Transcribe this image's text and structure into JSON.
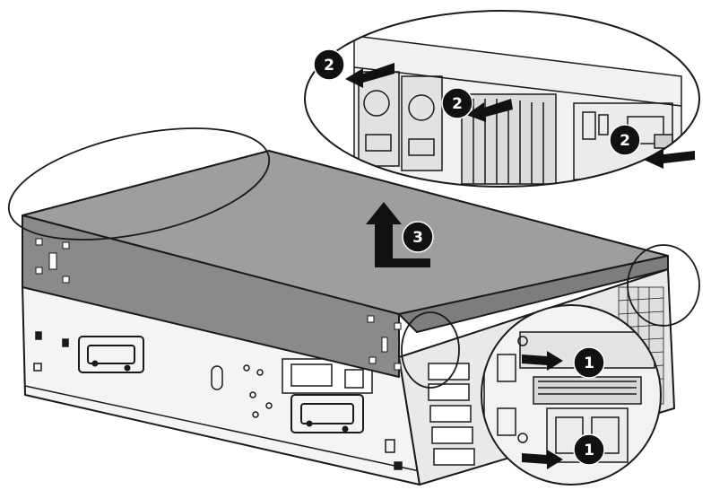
{
  "callouts": [
    {
      "id": "step-1-upper",
      "number": "1"
    },
    {
      "id": "step-1-lower",
      "number": "1"
    },
    {
      "id": "step-2-left",
      "number": "2"
    },
    {
      "id": "step-2-middle",
      "number": "2"
    },
    {
      "id": "step-2-right",
      "number": "2"
    },
    {
      "id": "step-3",
      "number": "3"
    }
  ],
  "colors": {
    "line": "#1a1a1a",
    "cover": "#9e9e9e",
    "cover_dark": "#8a8a8a",
    "chassis": "#f4f4f4",
    "callout_fill": "#111111",
    "arrow": "#111111"
  }
}
